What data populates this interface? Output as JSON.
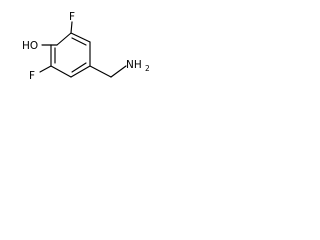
{
  "molecule": {
    "atoms": {
      "hydroxyl": "HO",
      "fluorine_top": "F",
      "fluorine_bottom": "F",
      "amine_main": "NH",
      "amine_subscript": "2"
    }
  }
}
